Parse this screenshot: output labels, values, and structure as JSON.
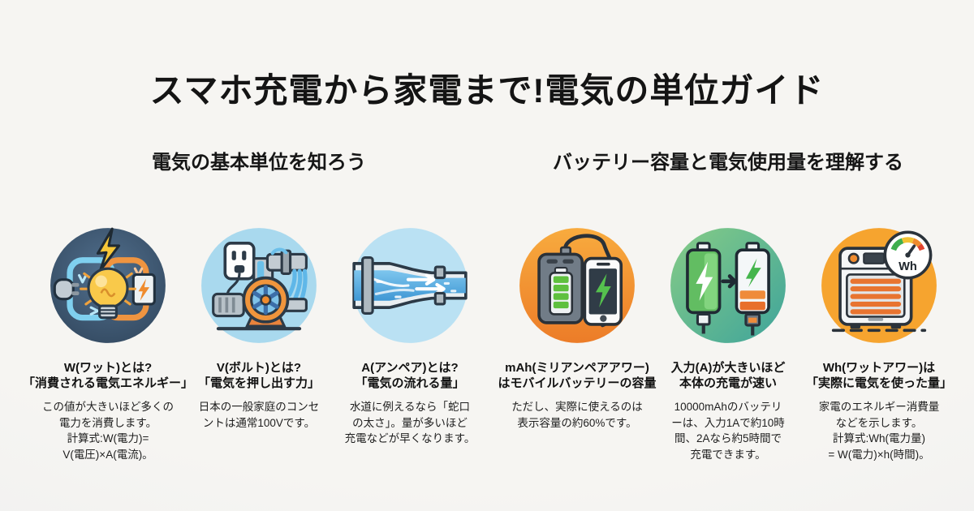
{
  "page": {
    "title": "スマホ充電から家電まで!電気の単位ガイド",
    "background_color": "#f4f3f1",
    "text_color": "#141414"
  },
  "sections": [
    {
      "title": "電気の基本単位を知ろう"
    },
    {
      "title": "バッテリー容量と電気使用量を理解する"
    }
  ],
  "cards": [
    {
      "icon": "circuit-bulb-icon",
      "icon_bg": "#3d5570",
      "heading": "W(ワット)とは?\n「消費される電気エネルギー」",
      "body": "この値が大きいほど多くの\n電力を消費します。\n計算式:W(電力)=\nV(電圧)×A(電流)。"
    },
    {
      "icon": "water-pump-icon",
      "icon_bg": "#a9d9ee",
      "heading": "V(ボルト)とは?\n「電気を押し出す力」",
      "body": "日本の一般家庭のコンセ\nントは通常100Vです。"
    },
    {
      "icon": "pipe-flow-icon",
      "icon_bg": "#bae1f3",
      "heading": "A(アンペア)とは?\n「電気の流れる量」",
      "body": "水道に例えるなら「蛇口\nの太さ」。量が多いほど\n充電などが早くなります。"
    },
    {
      "icon": "powerbank-phone-icon",
      "icon_bg": "#f0913a",
      "heading": "mAh(ミリアンペアアワー)\nはモバイルバッテリーの容量",
      "body": "ただし、実際に使えるのは\n表示容量の約60%です。"
    },
    {
      "icon": "battery-charge-icon",
      "icon_bg": "#5cb98e",
      "heading": "入力(A)が大きいほど\n本体の充電が速い",
      "body": "10000mAhのバッテリ\nーは、入力1Aで約10時\n間、2Aなら約5時間で\n充電できます。"
    },
    {
      "icon": "heater-wh-icon",
      "icon_bg": "#f6a42f",
      "heading": "Wh(ワットアワー)は\n「実際に電気を使った量」",
      "body": "家電のエネルギー消費量\nなどを示します。\n計算式:Wh(電力量)\n= W(電力)×h(時間)。",
      "gauge_label": "Wh"
    }
  ]
}
